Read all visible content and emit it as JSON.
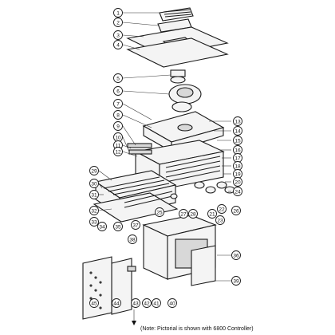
{
  "diagram": {
    "note": "(Note: Pictorial is shown with 6800 Controller)",
    "callouts": [
      "1",
      "2",
      "3",
      "4",
      "5",
      "6",
      "7",
      "8",
      "9",
      "10",
      "11",
      "12",
      "13",
      "14",
      "15",
      "16",
      "17",
      "18",
      "19",
      "20",
      "21",
      "22",
      "23",
      "24",
      "25",
      "26",
      "27",
      "28",
      "29",
      "30",
      "31",
      "32",
      "33",
      "34",
      "35",
      "36",
      "37",
      "38",
      "39",
      "40",
      "41",
      "42",
      "43",
      "44",
      "45"
    ],
    "parts": [
      "top-vent-grille",
      "top-cover",
      "outer-lid",
      "inner-lid",
      "flue-fitting",
      "blower-assembly",
      "flue-hood",
      "heat-exchanger",
      "manifold-pipes",
      "burner-tray",
      "burners",
      "water-connections",
      "cabinet-frame",
      "side-panel-right",
      "front-door",
      "side-panel-left"
    ]
  }
}
